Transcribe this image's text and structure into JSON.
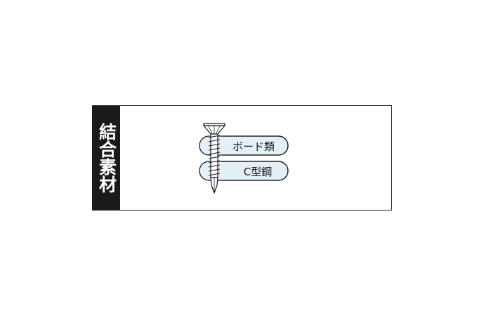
{
  "side_label": "結合素材",
  "labels": {
    "board": "ボード類",
    "steel": "C型鋼"
  },
  "colors": {
    "pill_fill": "#e4f0f8",
    "pill_stroke": "#1a1a1a",
    "screw_fill": "#ffffff",
    "label_bg": "#1a1a1a"
  },
  "icons": {
    "screw": "drilling-screw-icon"
  }
}
